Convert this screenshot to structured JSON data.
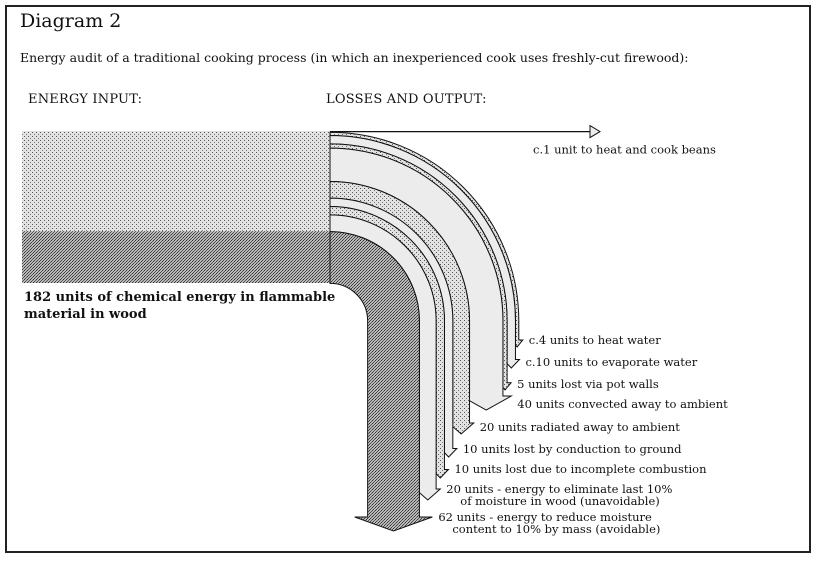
{
  "header": {
    "title": "Diagram 2",
    "subtitle": "Energy audit of a traditional cooking process (in which an inexperienced cook uses freshly-cut firewood):"
  },
  "sections": {
    "input_heading": "ENERGY INPUT:",
    "output_heading": "LOSSES AND OUTPUT:"
  },
  "input": {
    "label": "182 units of chemical energy in flammable material in wood",
    "total_units": 182
  },
  "chart_data": {
    "type": "sankey",
    "title": "Energy audit of a traditional cooking process",
    "source": {
      "name": "Chemical energy in flammable material in wood",
      "value": 182
    },
    "flows": [
      {
        "value": 1,
        "label": "c.1 unit to heat and cook beans",
        "lines": [
          "c.1 unit to heat and cook beans"
        ],
        "direction": "right"
      },
      {
        "value": 4,
        "label": "c.4 units to heat water",
        "lines": [
          "c.4 units to heat water"
        ],
        "direction": "down"
      },
      {
        "value": 10,
        "label": "c.10 units to evaporate water",
        "lines": [
          "c.10 units to evaporate water"
        ],
        "direction": "down"
      },
      {
        "value": 5,
        "label": "5 units lost via pot walls",
        "lines": [
          "5 units lost via pot walls"
        ],
        "direction": "down"
      },
      {
        "value": 40,
        "label": "40 units convected away to ambient",
        "lines": [
          "40 units convected away to ambient"
        ],
        "direction": "down"
      },
      {
        "value": 20,
        "label": "20 units radiated away to ambient",
        "lines": [
          "20 units radiated away to ambient"
        ],
        "direction": "down"
      },
      {
        "value": 10,
        "label": "10 units lost by conduction to ground",
        "lines": [
          "10 units lost by conduction to ground"
        ],
        "direction": "down"
      },
      {
        "value": 10,
        "label": "10 units lost due to incomplete combustion",
        "lines": [
          "10 units lost due to incomplete combustion"
        ],
        "direction": "down"
      },
      {
        "value": 20,
        "label": "20 units - energy to eliminate last 10% of moisture in wood (unavoidable)",
        "lines": [
          "20 units - energy to eliminate last 10%",
          "of moisture in wood (unavoidable)"
        ],
        "direction": "down"
      },
      {
        "value": 62,
        "label": "62 units - energy to reduce moisture content to 10% by mass (avoidable)",
        "lines": [
          "62 units - energy to reduce moisture",
          "content to 10% by mass (avoidable)"
        ],
        "direction": "down"
      }
    ]
  },
  "colors": {
    "light_band": "#d2d2d2",
    "dark_band": "#9a9a9a",
    "outline": "#111111"
  }
}
